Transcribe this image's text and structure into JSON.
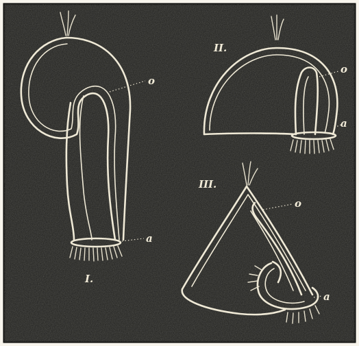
{
  "figures": [
    {
      "numeral": "I.",
      "labels": [
        "o",
        "a"
      ]
    },
    {
      "numeral": "II.",
      "labels": [
        "o",
        "a"
      ]
    },
    {
      "numeral": "III.",
      "labels": [
        "o",
        "a"
      ]
    }
  ]
}
